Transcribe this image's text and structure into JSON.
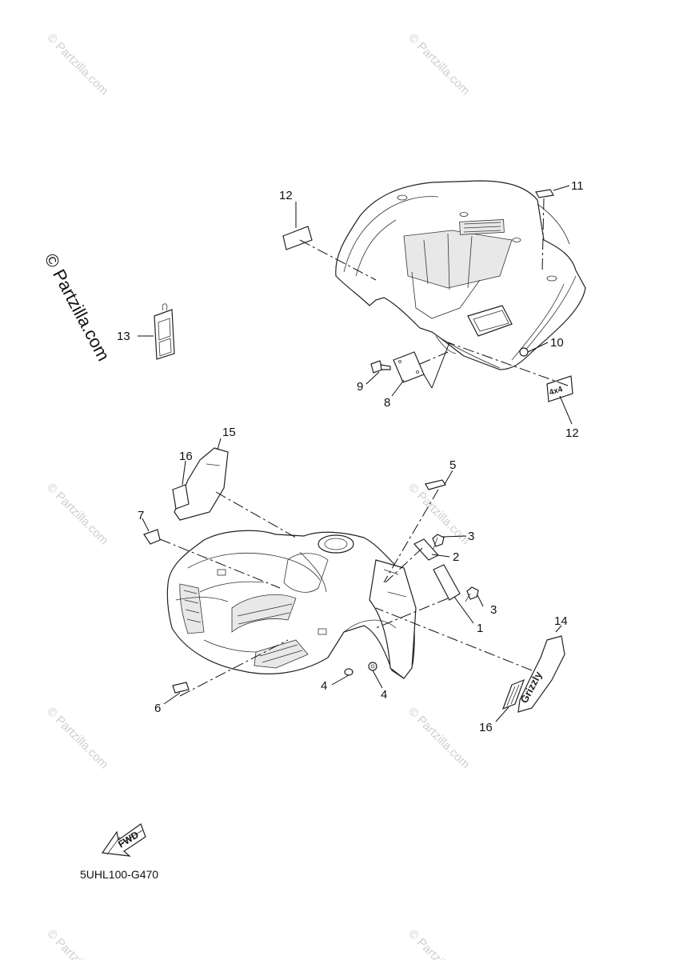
{
  "watermark": {
    "text": "© Partzilla.com"
  },
  "side_watermark": {
    "text": "© Partzilla.com"
  },
  "diagram_code": "5UHL100-G470",
  "fwd_label": "FWD",
  "decal_4x4": "4x4",
  "decal_brand": "Grizzly",
  "callouts": {
    "c1": "1",
    "c2": "2",
    "c3a": "3",
    "c3b": "3",
    "c4a": "4",
    "c4b": "4",
    "c5": "5",
    "c6": "6",
    "c7": "7",
    "c8": "8",
    "c9": "9",
    "c10": "10",
    "c11": "11",
    "c12a": "12",
    "c12b": "12",
    "c13": "13",
    "c14": "14",
    "c15": "15",
    "c16a": "16",
    "c16b": "16"
  }
}
